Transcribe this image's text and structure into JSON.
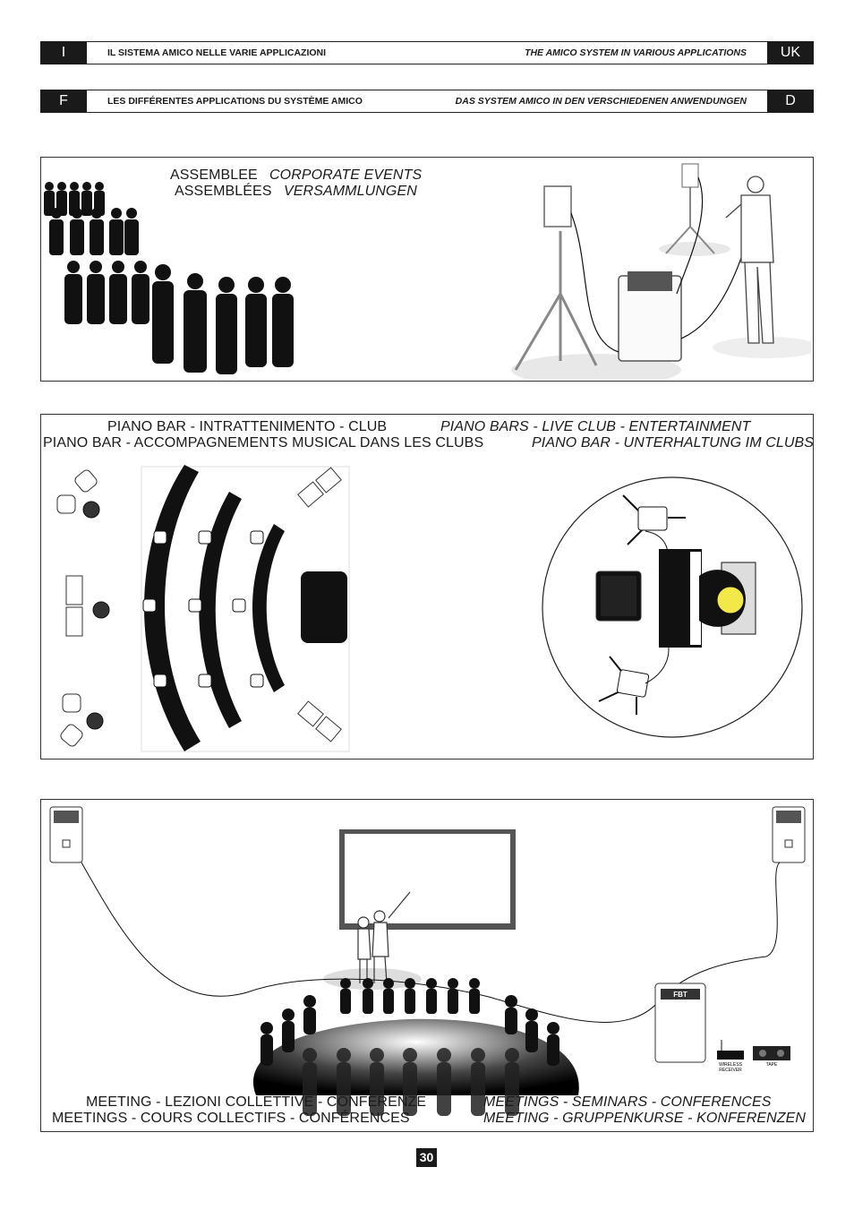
{
  "header": {
    "row1": {
      "left_tag": "I",
      "left_title": "IL SISTEMA AMICO NELLE VARIE APPLICAZIONI",
      "right_title": "THE AMICO SYSTEM IN VARIOUS APPLICATIONS",
      "right_tag": "UK"
    },
    "row2": {
      "left_tag": "F",
      "left_title": "LES DIFFÉRENTES APPLICATIONS DU SYSTÈME AMICO",
      "right_title": "DAS SYSTEM AMICO IN DEN VERSCHIEDENEN ANWENDUNGEN",
      "right_tag": "D"
    }
  },
  "panel_assemblies": {
    "caption_it": "ASSEMBLEE",
    "caption_uk": "CORPORATE EVENTS",
    "caption_fr": "ASSEMBLÉES",
    "caption_de": "VERSAMMLUNGEN"
  },
  "panel_piano": {
    "caption_it": "PIANO BAR - INTRATTENIMENTO - CLUB",
    "caption_uk": "PIANO BARS - LIVE CLUB - ENTERTAINMENT",
    "caption_fr": "PIANO BAR - ACCOMPAGNEMENTS MUSICAL DANS LES CLUBS",
    "caption_de": "PIANO BAR - UNTERHALTUNG IM CLUBS"
  },
  "panel_meeting": {
    "caption_it": "MEETING - LEZIONI COLLETTIVE - CONFERENZE",
    "caption_uk": "MEETINGS - SEMINARS - CONFERENCES",
    "caption_fr": "MEETINGS - COURS COLLECTIFS - CONFÉRENCES",
    "caption_de": "MEETING - GRUPPENKURSE - KONFERENZEN",
    "speaker_brand": "FBT",
    "label_receiver_1": "WIRELESS",
    "label_receiver_2": "RECEIVER",
    "label_tape": "TAPE"
  },
  "page_number": "30"
}
